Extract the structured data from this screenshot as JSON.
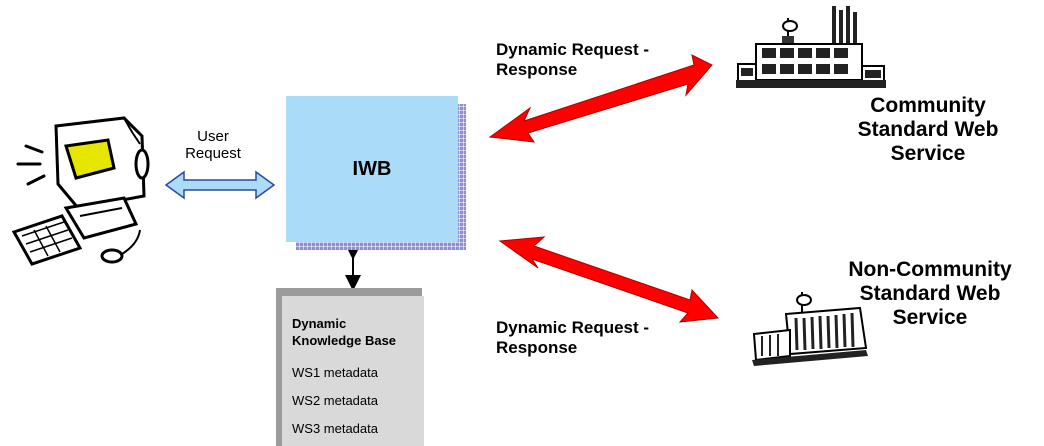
{
  "iwb": {
    "label": "IWB"
  },
  "user_request": {
    "line1": "User",
    "line2": "Request"
  },
  "knowledge_base": {
    "title_line1": "Dynamic",
    "title_line2": "Knowledge Base",
    "items": [
      "WS1 metadata",
      "WS2 metadata",
      "WS3 metadata"
    ]
  },
  "top_arrow_label": {
    "line1": "Dynamic Request -",
    "line2": "Response"
  },
  "bottom_arrow_label": {
    "line1": "Dynamic Request -",
    "line2": "Response"
  },
  "community_service": {
    "line1": "Community",
    "line2": "Standard Web",
    "line3": "Service"
  },
  "non_community_service": {
    "line1": "Non-Community",
    "line2": "Standard Web",
    "line3": "Service"
  },
  "colors": {
    "iwb_fill": "#aadcf8",
    "iwb_shadow": "#8f8fd0",
    "red_arrow": "#ff0000",
    "blue_arrow_fill": "#aadcf8",
    "blue_arrow_stroke": "#2b4a9a",
    "kb_front": "#d9d9d9",
    "kb_back": "#9b9b9b",
    "monitor_screen": "#e6e600"
  },
  "icons": [
    "computer-user-icon",
    "factory-building-icon",
    "office-building-icon"
  ]
}
